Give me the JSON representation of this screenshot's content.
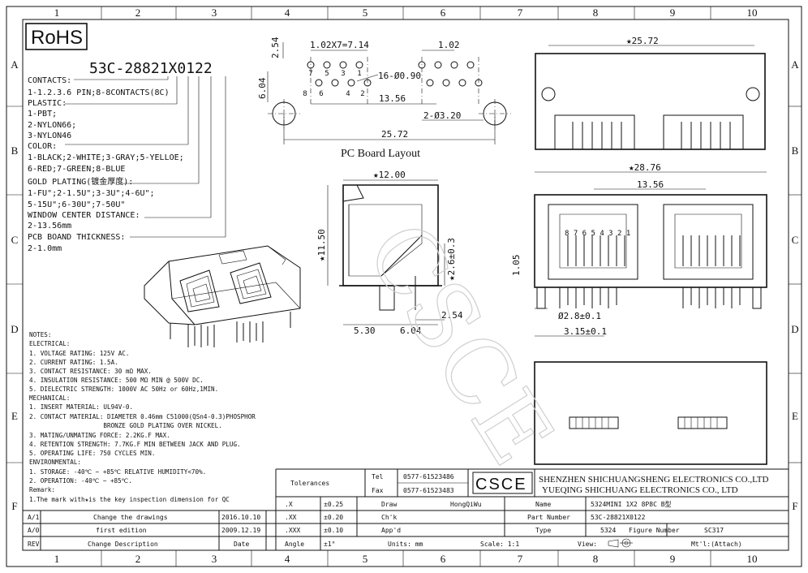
{
  "zones": {
    "columns": [
      "1",
      "2",
      "3",
      "4",
      "5",
      "6",
      "7",
      "8",
      "9",
      "10"
    ],
    "rows": [
      "A",
      "B",
      "C",
      "D",
      "E",
      "F"
    ]
  },
  "rohs": "RoHS",
  "part_code": {
    "prefix": "53C-",
    "middle": "2882",
    "tail": "1X0122",
    "full": "53C-28821X0122"
  },
  "options": [
    "CONTACTS:",
    "1-1.2.3.6 PIN;8-8CONTACTS(8C)",
    "PLASTIC:",
    "1-PBT;",
    "2-NYLON66;",
    "3-NYLON46",
    "COLOR:",
    "1-BLACK;2-WHITE;3-GRAY;5-YELLOE;",
    "6-RED;7-GREEN;8-BLUE",
    "GOLD PLATING(镀金厚度):",
    "1-FU\";2-1.5U\";3-3U\";4-6U\";",
    "5-15U\";6-30U\";7-50U\"",
    "WINDOW CENTER DISTANCE:",
    "2-13.56mm",
    "PCB BOAND THICKNESS:",
    "2-1.0mm"
  ],
  "notes": [
    "NOTES:",
    "ELECTRICAL:",
    "1. VOLTAGE RATING: 125V AC.",
    "2. CURRENT RATING: 1.5A.",
    "3. CONTACT RESISTANCE: 30 mΩ MAX.",
    "4. INSULATION RESISTANCE: 500 MΩ MIN @ 500V DC.",
    "5. DIELECTRIC STRENGTH: 1000V AC 50Hz or 60Hz,1MIN.",
    "MECHANICAL:",
    "1. INSERT MATERIAL: UL94V-0.",
    "2. CONTACT MATERIAL: DIAMETER 0.46mm C51000(QSn4-0.3)PHOSPHOR",
    "                    BRONZE GOLD PLATING OVER NICKEL.",
    "3. MATING/UNMATING FORCE: 2.2KG.F MAX.",
    "4. RETENTION STRENGTH: 7.7KG.F MIN BETWEEN JACK AND PLUG.",
    "5. OPERATING LIFE: 750 CYCLES MIN.",
    "ENVIRONMENTAL:",
    "1. STORAGE: -40℃ ~ +85℃ RELATIVE HUMIDITY<70%.",
    "2. OPERATION: -40℃ ~ +85℃.",
    "Remark:",
    "1.The mark with★is the key inspection dimension for QC"
  ],
  "pcb_layout": {
    "title": "PC Board Layout",
    "dims": {
      "pitch": "1.02X7=7.14",
      "pitch_b": "1.02",
      "height": "2.54",
      "vert": "6.04",
      "holes": "16-Ø0.90",
      "center": "13.56",
      "mount": "2-Ø3.20",
      "total": "25.72"
    },
    "pin_labels": [
      "1",
      "2",
      "3",
      "4",
      "5",
      "6",
      "7",
      "8"
    ]
  },
  "side_view": {
    "width": "★12.00",
    "height": "★11.50",
    "lead": "★2.6±0.3",
    "d1": "2.54",
    "d2": "5.30",
    "d3": "6.04"
  },
  "top_view": {
    "width": "★25.72"
  },
  "front_view": {
    "width": "★28.76",
    "center": "13.56",
    "height": "1.05",
    "post": "Ø2.8±0.1",
    "post2": "3.15±0.1",
    "pin_labels": "8 7 6 5 4 3 2 1"
  },
  "watermark": "CSCE",
  "title_block": {
    "tolerances_label": "Tolerances",
    "tel_label": "Tel",
    "tel": "0577-61523486",
    "fax_label": "Fax",
    "fax": "0577-61523483",
    "logo": "CSCE",
    "company_1": "SHENZHEN SHICHUANGSHENG ELECTRONICS CO.,LTD",
    "company_2": "YUEQING SHICHUANG ELECTRONICS CO., LTD",
    "tol_rows": [
      {
        "k": ".X",
        "v": "±0.25"
      },
      {
        "k": ".XX",
        "v": "±0.20"
      },
      {
        "k": ".XXX",
        "v": "±0.10"
      },
      {
        "k": "Angle",
        "v": "±1°"
      }
    ],
    "draw_label": "Draw",
    "draw_value": "HongQiWu",
    "check_label": "Ch'k",
    "app_label": "App'd",
    "units_label": "Units: mm",
    "name_label": "Name",
    "name_value": "5324MINI 1X2 8P8C B型",
    "part_label": "Part Number",
    "part_value": "53C-28821X0122",
    "type_label": "Type",
    "type_value": "5324",
    "figure_label": "Figure Number",
    "figure_value": "SC317",
    "scale_label": "Scale: 1:1",
    "view_label": "View:",
    "mtl_label": "Mt'l:(Attach)"
  },
  "revisions": [
    {
      "rev": "A/1",
      "desc": "Change the drawings",
      "date": "2016.10.10"
    },
    {
      "rev": "A/0",
      "desc": "first edition",
      "date": "2009.12.19"
    },
    {
      "rev": "REV",
      "desc": "Change Description",
      "date": "Date"
    }
  ]
}
